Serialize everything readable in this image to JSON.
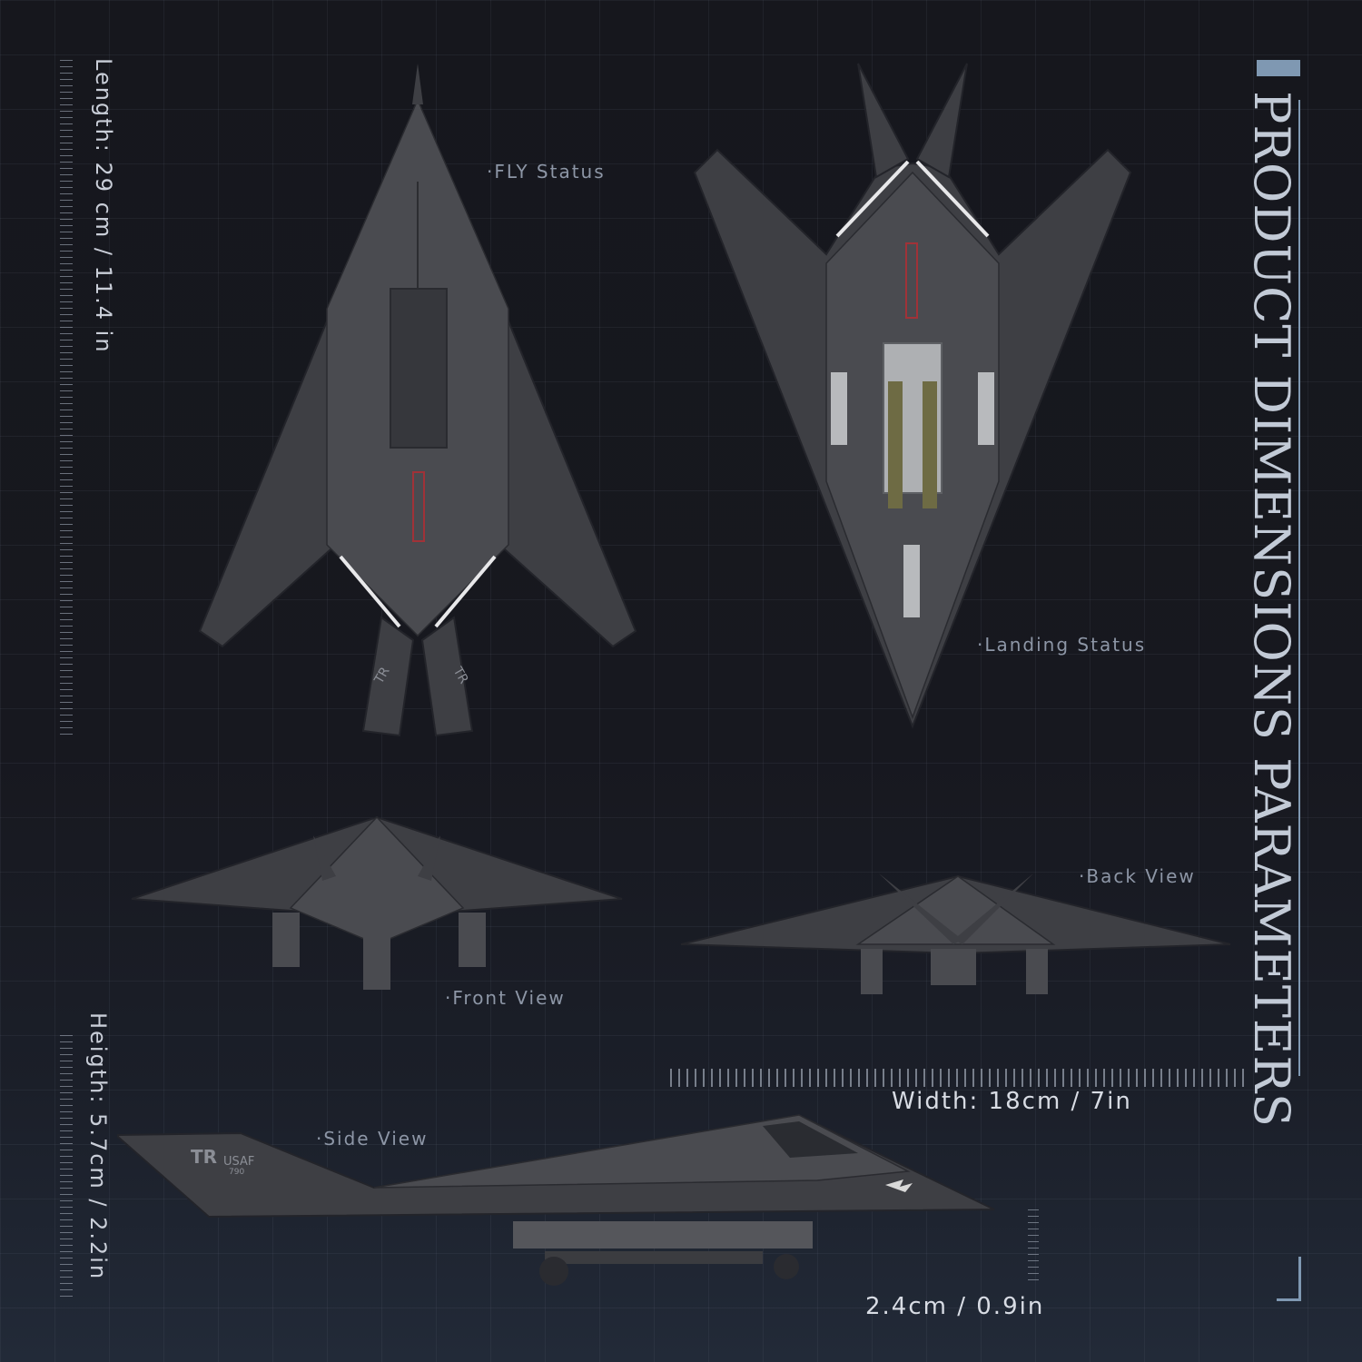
{
  "title": "PRODUCT DIMENSIONS PARAMETERS",
  "views": {
    "fly_status": "·FLY Status",
    "landing_status": "·Landing Status",
    "front_view": "·Front View",
    "back_view": "·Back View",
    "side_view": "·Side View"
  },
  "dimensions": {
    "length": "Length: 29 cm / 11.4 in",
    "height": "Heigth: 5.7cm / 2.2in",
    "width": "Width: 18cm / 7in",
    "depth": "2.4cm / 0.9in"
  },
  "markings": {
    "tail_code": "TR",
    "tail_text": "USAF",
    "tail_number": "790"
  },
  "colors": {
    "accent": "#7f98b2",
    "aircraft": "#3e3f44",
    "background": "#16171d"
  }
}
